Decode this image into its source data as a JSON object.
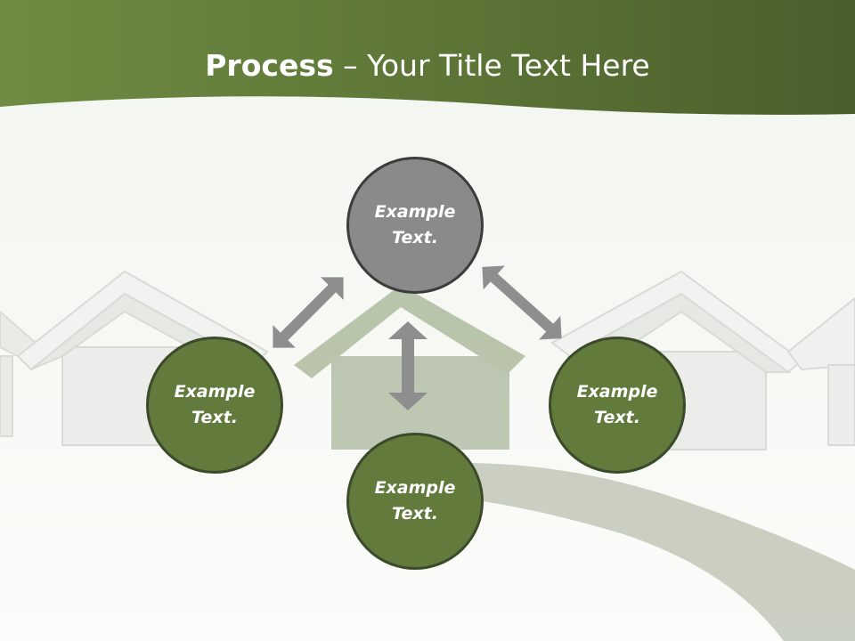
{
  "title": {
    "bold": "Process",
    "rest": " – Your Title Text Here"
  },
  "nodes": {
    "top": {
      "text": "Example Text."
    },
    "left": {
      "text": "Example Text."
    },
    "right": {
      "text": "Example Text."
    },
    "bottom": {
      "text": "Example Text."
    }
  },
  "colors": {
    "header_green": "#5f7a3a",
    "node_green": "#627a3b",
    "node_grey": "#8a8a8a",
    "arrow_grey": "#8e8e8e"
  }
}
